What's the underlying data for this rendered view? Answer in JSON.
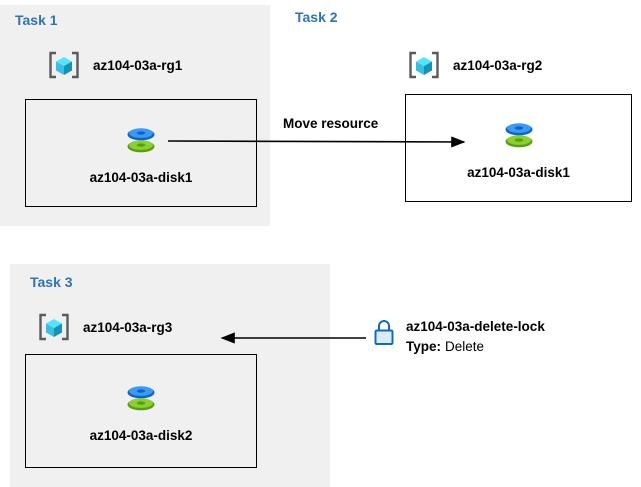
{
  "tasks": {
    "task1": {
      "title": "Task 1",
      "rg": "az104-03a-rg1",
      "disk": "az104-03a-disk1"
    },
    "task2": {
      "title": "Task 2",
      "rg": "az104-03a-rg2",
      "disk": "az104-03a-disk1"
    },
    "task3": {
      "title": "Task 3",
      "rg": "az104-03a-rg3",
      "disk": "az104-03a-disk2"
    }
  },
  "move_arrow": {
    "label": "Move resource"
  },
  "lock": {
    "name": "az104-03a-delete-lock",
    "type_label": "Type:",
    "type_value": "Delete"
  },
  "icons": {
    "resource_group": "resource-group-icon",
    "disk": "disk-icon",
    "lock": "lock-icon",
    "move_arrow": "arrow-right-icon",
    "lock_arrow": "arrow-left-icon"
  },
  "colors": {
    "task_title_blue": "#2e74b5",
    "panel_gray": "#f0f0f0",
    "disk_blue": "#0a64cf",
    "disk_green": "#8ccf33",
    "cube_cyan": "#50e6ff",
    "lock_blue": "#0f6cbd",
    "arrow_black": "#000000"
  }
}
